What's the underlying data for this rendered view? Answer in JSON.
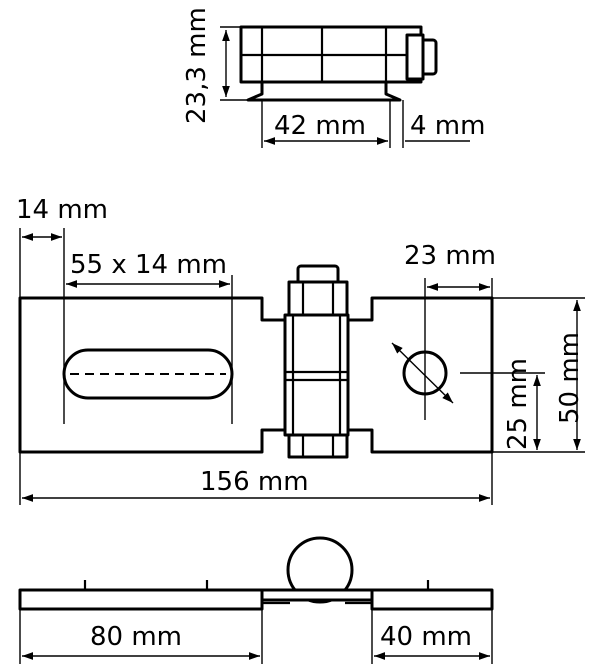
{
  "labels": {
    "top_height": "23,3 mm",
    "top_width": "42 mm",
    "top_offset": "4 mm",
    "edge_to_slot": "14 mm",
    "slot_size": "55 x 14 mm",
    "hole_edge": "23 mm",
    "hole_height": "25 mm",
    "plate_height": "50 mm",
    "total_length": "156 mm",
    "left_leaf": "80 mm",
    "right_leaf": "40 mm"
  }
}
